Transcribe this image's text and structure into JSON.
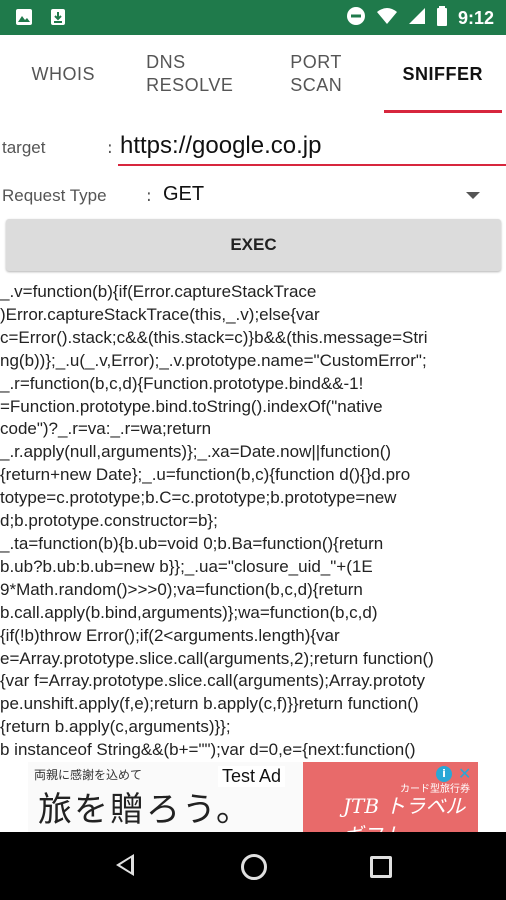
{
  "status": {
    "time": "9:12"
  },
  "tabs": [
    {
      "line1": "WHOIS",
      "line2": ""
    },
    {
      "line1": "DNS",
      "line2": "RESOLVE"
    },
    {
      "line1": "PORT",
      "line2": "SCAN"
    },
    {
      "line1": "SNIFFER",
      "line2": ""
    }
  ],
  "active_tab": "SNIFFER",
  "form": {
    "target_label": "target",
    "target_colon": ":",
    "target_value": "https://google.co.jp",
    "request_label": "Request Type",
    "request_colon": ":",
    "request_value": "GET",
    "exec_label": "EXEC"
  },
  "output_lines": [
    "_.v=function(b){if(Error.captureStackTrace",
    ")Error.captureStackTrace(this,_.v);else{var",
    "c=Error().stack;c&&(this.stack=c)}b&&(this.message=Stri",
    "ng(b))};_.u(_.v,Error);_.v.prototype.name=\"CustomError\";",
    "_.r=function(b,c,d){Function.prototype.bind&&-1!",
    "=Function.prototype.bind.toString().indexOf(\"native",
    "code\")?_.r=va:_.r=wa;return",
    "_.r.apply(null,arguments)};_.xa=Date.now||function()",
    "{return+new Date};_.u=function(b,c){function d(){}d.pro",
    "totype=c.prototype;b.C=c.prototype;b.prototype=new",
    "d;b.prototype.constructor=b};",
    "_.ta=function(b){b.ub=void 0;b.Ba=function(){return",
    "b.ub?b.ub:b.ub=new b}};_.ua=\"closure_uid_\"+(1E",
    "9*Math.random()>>>0);va=function(b,c,d){return",
    "b.call.apply(b.bind,arguments)};wa=function(b,c,d)",
    "{if(!b)throw Error();if(2<arguments.length){var",
    "e=Array.prototype.slice.call(arguments,2);return function()",
    "{var f=Array.prototype.slice.call(arguments);Array.prototy",
    "pe.unshift.apply(f,e);return b.apply(c,f)}}return function()",
    "{return b.apply(c,arguments)}};",
    "b instanceof String&&(b+=\"\");var d=0,e={next:function()"
  ],
  "ad": {
    "badge": "Test Ad",
    "small_text": "両親に感謝を込めて",
    "big_text": "旅を贈ろう。",
    "right_small": "カード型旅行券",
    "right_big": "JTB トラベルギフト",
    "info_icon": "info-icon",
    "close_icon": "close-icon"
  },
  "colors": {
    "status_bar": "#1f7a4b",
    "accent": "#d7263d",
    "button": "#dcdcdc",
    "navbar": "#000000"
  }
}
